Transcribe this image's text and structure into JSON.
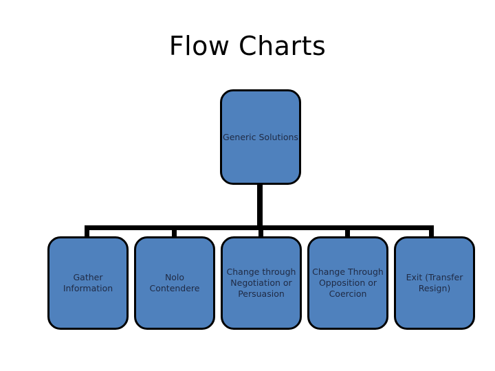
{
  "slide": {
    "title": "Flow Charts",
    "background_color": "#FFFFFF"
  },
  "theme": {
    "node_fill": "#4F81BD",
    "node_border": "#000000",
    "node_text": "#1F2A44",
    "connector_color": "#000000",
    "title_color": "#000000"
  },
  "chart_data": {
    "type": "diagram",
    "title": "Flow Charts",
    "layout": "hierarchy-top-down",
    "root": {
      "id": "root",
      "label": "Generic Solutions"
    },
    "children": [
      {
        "id": "child-0",
        "label": "Gather\nInformation",
        "line1": "Gather",
        "line2": "Information",
        "line3": ""
      },
      {
        "id": "child-1",
        "label": "Nolo\nContendere",
        "line1": "Nolo",
        "line2": "Contendere",
        "line3": ""
      },
      {
        "id": "child-2",
        "label": "Change through\nNegotiation or\nPersuasion",
        "line1": "Change through",
        "line2": "Negotiation or",
        "line3": "Persuasion"
      },
      {
        "id": "child-3",
        "label": "Change Through\nOpposition or\nCoercion",
        "line1": "Change Through",
        "line2": "Opposition or",
        "line3": "Coercion"
      },
      {
        "id": "child-4",
        "label": "Exit (Transfer\nResign)",
        "line1": "Exit (Transfer",
        "line2": "Resign)",
        "line3": ""
      }
    ],
    "edges": [
      {
        "from": "root",
        "to": "child-0"
      },
      {
        "from": "root",
        "to": "child-1"
      },
      {
        "from": "root",
        "to": "child-2"
      },
      {
        "from": "root",
        "to": "child-3"
      },
      {
        "from": "root",
        "to": "child-4"
      }
    ]
  }
}
